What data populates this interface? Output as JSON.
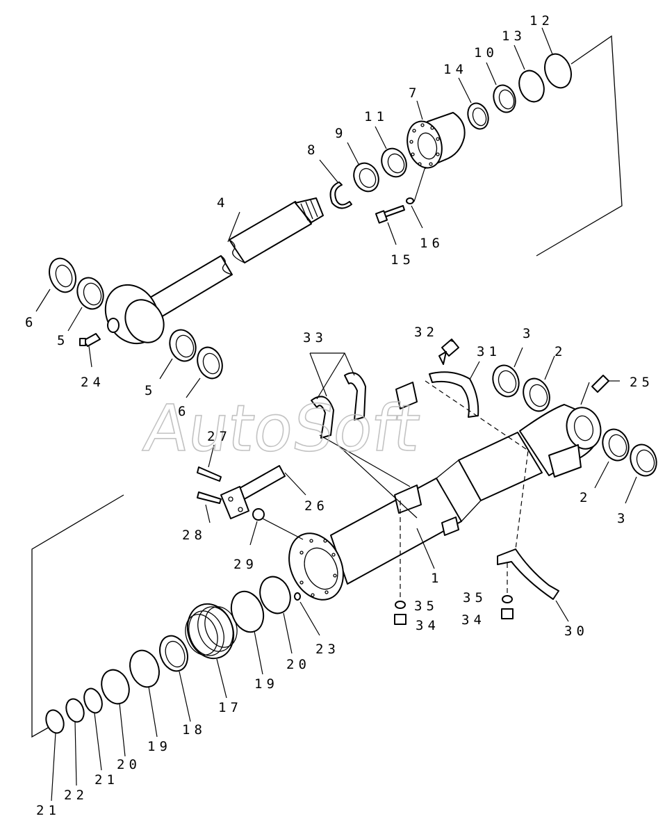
{
  "watermark": "AutoSoft",
  "callouts": {
    "c1": "1",
    "c2a": "2",
    "c2b": "2",
    "c3a": "3",
    "c3b": "3",
    "c4": "4",
    "c5a": "5",
    "c5b": "5",
    "c6a": "6",
    "c6b": "6",
    "c7": "7",
    "c8": "8",
    "c9": "9",
    "c10": "10",
    "c11": "11",
    "c12": "12",
    "c13": "13",
    "c14": "14",
    "c15": "15",
    "c16": "16",
    "c17": "17",
    "c18": "18",
    "c19a": "19",
    "c19b": "19",
    "c20a": "20",
    "c20b": "20",
    "c21a": "21",
    "c21b": "21",
    "c22": "22",
    "c23": "23",
    "c24": "24",
    "c25": "25",
    "c26": "26",
    "c27": "27",
    "c28": "28",
    "c29": "29",
    "c30": "30",
    "c31": "31",
    "c32": "32",
    "c33": "33",
    "c34a": "34",
    "c34b": "34",
    "c35a": "35",
    "c35b": "35"
  }
}
